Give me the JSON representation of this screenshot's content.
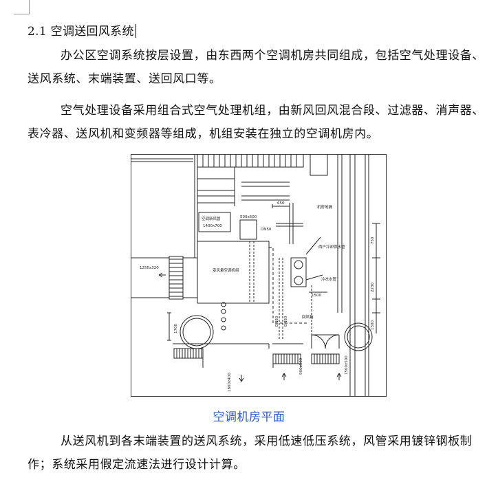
{
  "heading": "2.1 空调送回风系统",
  "paragraphs": [
    "办公区空调系统按层设置，由东西两个空调机房共同组成，包括空气处理设备、送风系统、末端装置、送回风口等。",
    "空气处理设备采用组合式空气处理机组，由新风回风混合段、过滤器、消声器、表冷器、送风机和变频器等组成，机组安装在独立的空调机房内。",
    "从送风机到各末端装置的送风系统，采用低速低压系统，风管采用镀锌钢板制作；系统采用假定流速法进行设计计算。"
  ],
  "figure": {
    "caption": "空调机房平面",
    "labels": {
      "fresh_air_duct": "空调新风管",
      "fresh_air_size": "1400x700",
      "duct_500": "500x500",
      "dim_650": "650",
      "dn50": "DN50",
      "machine_room_drain": "机房地漏",
      "ahu": "变风量空调机组",
      "duct_1250": "1250x320",
      "pipe_supply": "两户冷却供水管",
      "pipe_return": "冷冻水管",
      "dim_2230": "2230",
      "dim_750": "750",
      "dim_1500": "1500",
      "dim_1300": "1300",
      "dim_1700": "1700",
      "dn80a": "DN80",
      "dn80b": "DN80",
      "return_vent": "回风箱",
      "duct_1800": "1800x400",
      "duct_900": "900x500",
      "duct_1500": "1500x500"
    }
  }
}
